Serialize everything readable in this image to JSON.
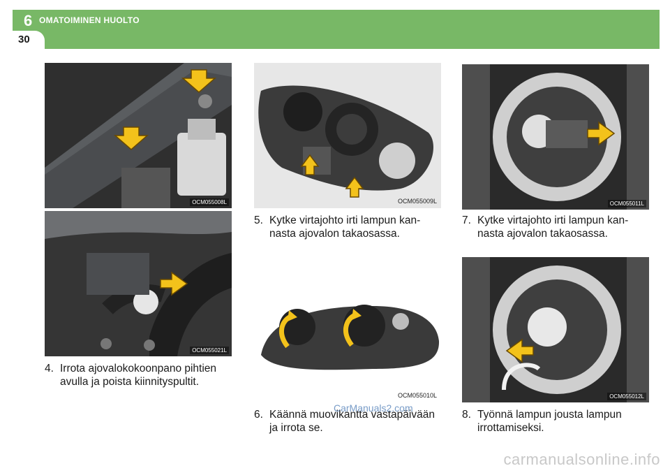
{
  "header": {
    "chapter_number": "6",
    "chapter_title": "OMATOIMINEN HUOLTO",
    "page_number": "30",
    "color": "#78b866"
  },
  "photos": [
    {
      "code": "OCM055008L"
    },
    {
      "code": "OCM055021L"
    },
    {
      "code": "OCM055009L"
    },
    {
      "code": "OCM055010L"
    },
    {
      "code": "OCM055011L"
    },
    {
      "code": "OCM055012L"
    }
  ],
  "steps": [
    {
      "num": "4.",
      "line1": "Irrota ajovalokokoonpano pihtien",
      "line2": "avulla ja poista kiinnityspultit."
    },
    {
      "num": "5.",
      "line1": "Kytke virtajohto irti lampun kan-",
      "line2": "nasta ajovalon takaosassa."
    },
    {
      "num": "6.",
      "line1": "Käännä muovikantta vastapäivään",
      "line2": "ja irrota se."
    },
    {
      "num": "7.",
      "line1": "Kytke virtajohto irti lampun kan-",
      "line2": "nasta ajovalon takaosassa."
    },
    {
      "num": "8.",
      "line1": "Työnnä lampun jousta lampun",
      "line2": "irrottamiseksi."
    }
  ],
  "watermarks": {
    "center": "CarManuals2.com",
    "footer": "carmanualsonline.info"
  },
  "colors": {
    "arrow_fill": "#f3c21b",
    "arrow_stroke": "#6a4a00"
  }
}
